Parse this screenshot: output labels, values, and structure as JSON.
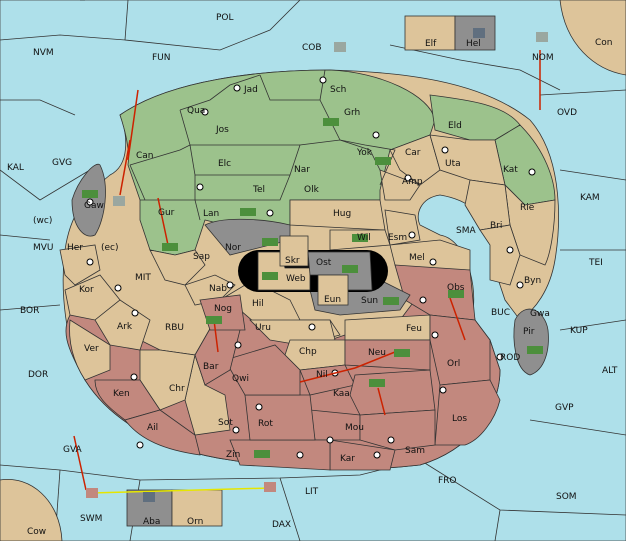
{
  "colors": {
    "green_power": "#9cc28c",
    "red_power": "#c2887e",
    "neutral": "#ddc49a",
    "sea": "#aee0ea",
    "coast_grey": "#8f8f8f",
    "order_arrow": "#cc2200",
    "support_line": "#e6e600"
  },
  "sea_labels": [
    "POL",
    "NVM",
    "FUN",
    "COB",
    "NOM",
    "Con",
    "OVD",
    "KAL",
    "GVG",
    "KAM",
    "MVU",
    "SMA",
    "TEI",
    "BOR",
    "MIT",
    "RBU",
    "BUC",
    "KUP",
    "DOR",
    "ROD",
    "ALT",
    "GVP",
    "GVA",
    "FRO",
    "SOM",
    "LIT",
    "SWM",
    "DAX",
    "Cow"
  ],
  "green_labels": [
    "Jad",
    "Sch",
    "Qua",
    "Jos",
    "Grh",
    "Can",
    "Elc",
    "Nar",
    "Yok",
    "Tel",
    "Olk",
    "Lan",
    "Gur",
    "Nor"
  ],
  "tan_labels": [
    "Elf",
    "Hel",
    "Eld",
    "Car",
    "Uta",
    "Amp",
    "Kat",
    "Hug",
    "Wil",
    "Esm",
    "Rie",
    "Bri",
    "Mel",
    "Byn",
    "Gaw",
    "Her",
    "Kor",
    "Ark",
    "Ver",
    "Sap",
    "Nab",
    "Hil",
    "Uru",
    "Chp",
    "Feu",
    "Skr",
    "Ost",
    "Web",
    "Eun",
    "Sun",
    "Aba",
    "Orn",
    "(wc)",
    "(ec)"
  ],
  "red_labels": [
    "Obs",
    "Nog",
    "Orl",
    "Neu",
    "Bar",
    "Qwi",
    "Nil",
    "Ken",
    "Chr",
    "Kaa",
    "Sot",
    "Rot",
    "Mou",
    "Los",
    "Ail",
    "Zin",
    "Kar",
    "Sam",
    "Pir",
    "Gwa"
  ]
}
